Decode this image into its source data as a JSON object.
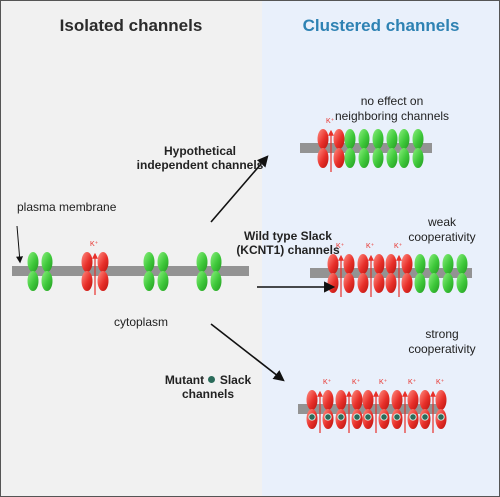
{
  "panels": {
    "left_title": "Isolated channels",
    "right_title": "Clustered channels"
  },
  "labels": {
    "plasma_membrane": "plasma membrane",
    "cytoplasm": "cytoplasm",
    "k_ion": "K⁺"
  },
  "arrows": {
    "hypothetical": [
      "Hypothetical",
      "independent channels"
    ],
    "wild_type": [
      "Wild type Slack",
      "(KCNT1) channels"
    ],
    "mutant": {
      "prefix": "Mutant",
      "suffix": "Slack",
      "line2": "channels"
    }
  },
  "outcomes": {
    "no_effect": [
      "no effect on",
      "neighboring channels"
    ],
    "weak": [
      "weak",
      "cooperativity"
    ],
    "strong": [
      "strong",
      "cooperativity"
    ]
  },
  "colors": {
    "closed_channel": "#3ec83a",
    "open_channel": "#e8302a",
    "membrane": "#939393",
    "mutation_dot": "#2a6b5a",
    "right_title": "#2e82b3",
    "left_bg": "#f1f1f1",
    "right_bg": "#e9f0fb"
  }
}
